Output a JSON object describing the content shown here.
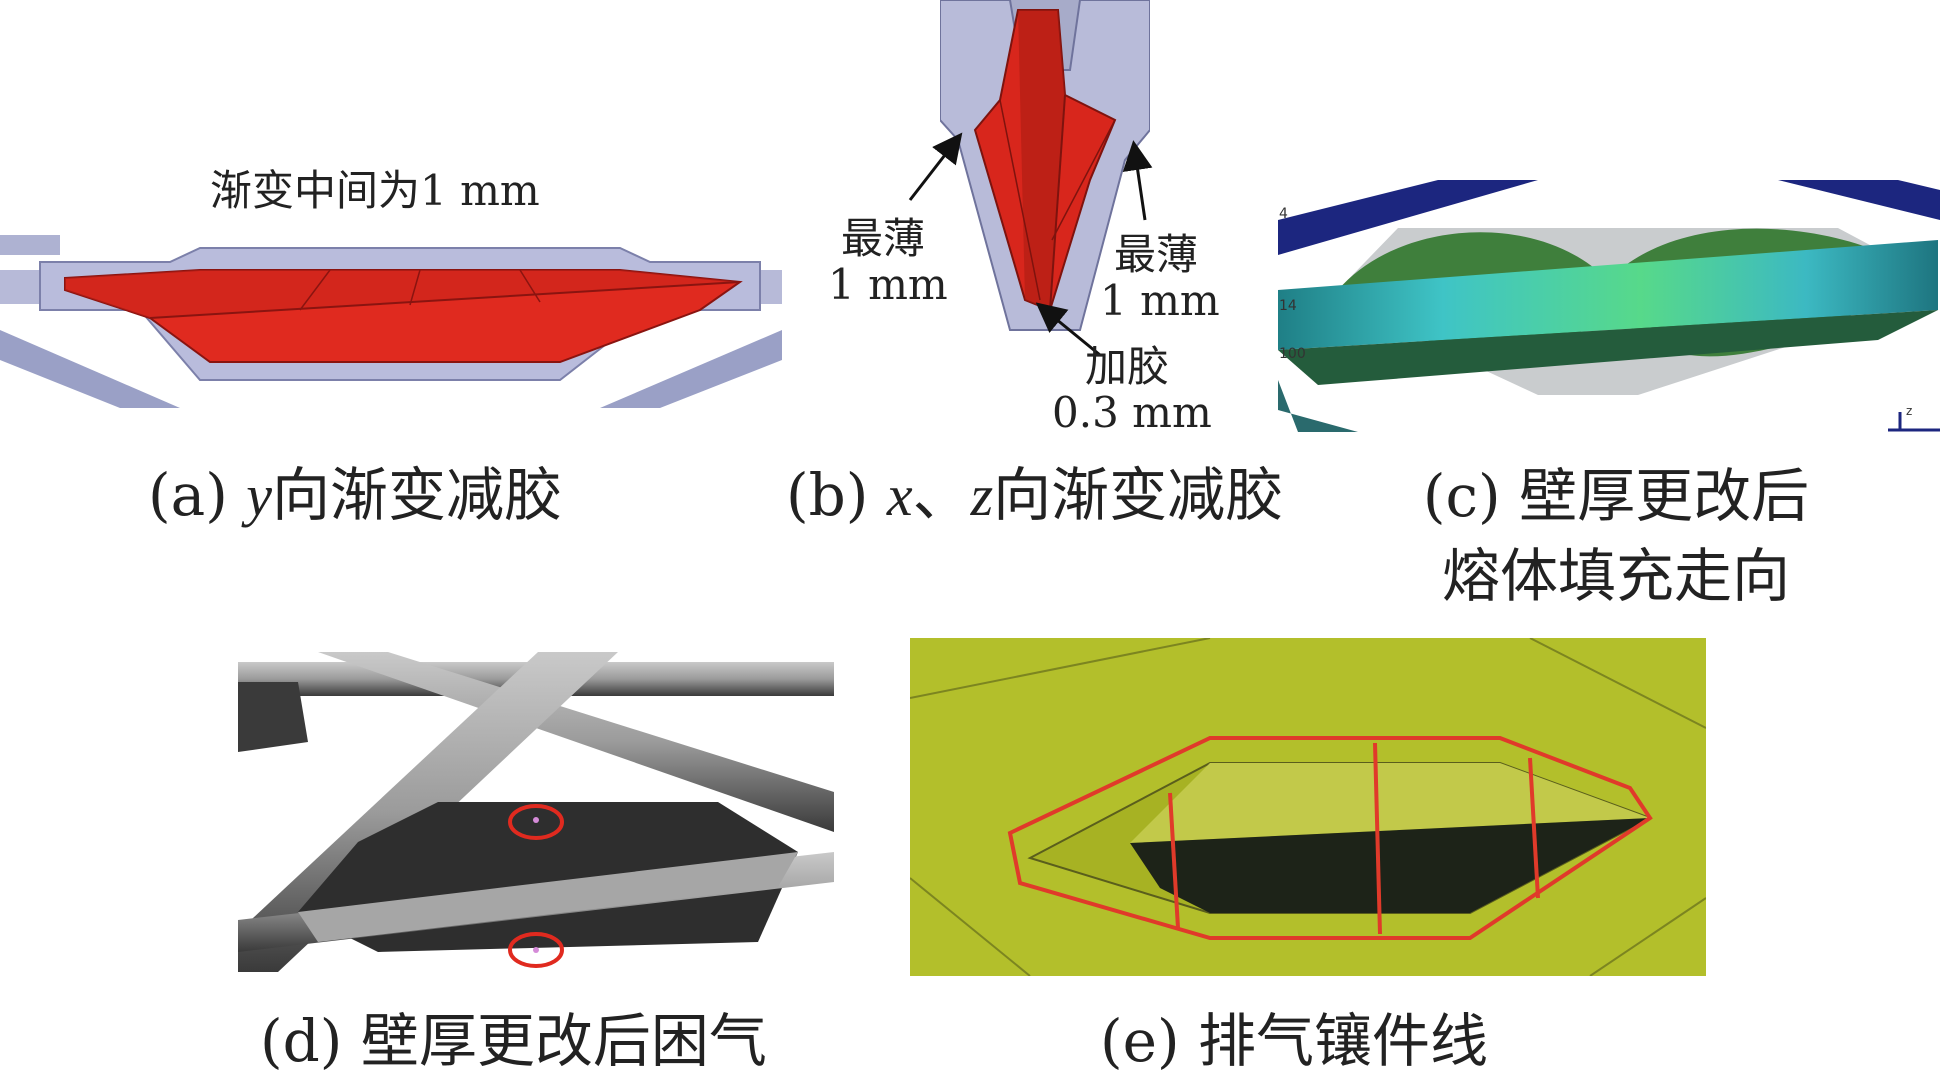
{
  "panel_a": {
    "annotation": "渐变中间为1 mm",
    "caption_prefix": "(a) ",
    "caption_var": "y",
    "caption_rest": "向渐变减胶"
  },
  "panel_b": {
    "left_label_1": "最薄",
    "left_label_2": "1 mm",
    "right_label_1": "最薄",
    "right_label_2": "1 mm",
    "bottom_label_1": "加胶",
    "bottom_label_2": "0.3 mm",
    "caption_prefix": "(b) ",
    "caption_var1": "x",
    "caption_sep": "、",
    "caption_var2": "z",
    "caption_rest": "向渐变减胶"
  },
  "panel_c": {
    "tick_top": "4",
    "tick_mid": "14",
    "tick_bottom": "100",
    "axis_label": "z",
    "caption_line1": "(c) 壁厚更改后",
    "caption_line2": "熔体填充走向"
  },
  "panel_d": {
    "caption": "(d) 壁厚更改后困气"
  },
  "panel_e": {
    "caption": "(e) 排气镶件线"
  },
  "colors": {
    "red_part": "#d8261c",
    "lavender_mold": "#b3b6d6",
    "navy_beam": "#1b2580",
    "teal_flow": "#2fb3b8",
    "green_flow": "#3e7d3a",
    "yellow_green": "#b2bd2a",
    "red_line": "#e03a2a"
  }
}
